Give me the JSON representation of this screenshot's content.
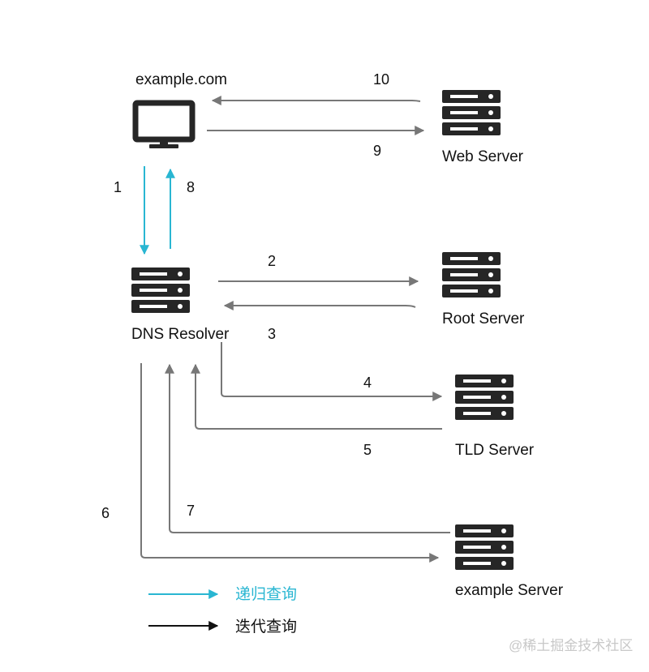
{
  "nodes": {
    "client": {
      "label": "example.com",
      "icon": "monitor-icon"
    },
    "web_server": {
      "label": "Web Server",
      "icon": "server-icon"
    },
    "dns_resolver": {
      "label": "DNS Resolver",
      "icon": "server-icon"
    },
    "root_server": {
      "label": "Root Server",
      "icon": "server-icon"
    },
    "tld_server": {
      "label": "TLD Server",
      "icon": "server-icon"
    },
    "example_server": {
      "label": "example Server",
      "icon": "server-icon"
    }
  },
  "steps": {
    "s1": "1",
    "s2": "2",
    "s3": "3",
    "s4": "4",
    "s5": "5",
    "s6": "6",
    "s7": "7",
    "s8": "8",
    "s9": "9",
    "s10": "10"
  },
  "legend": {
    "recursive": "递归查询",
    "iterative": "迭代查询"
  },
  "watermark": "@稀土掘金技术社区",
  "colors": {
    "recursive_arrow": "#29b6d2",
    "iterative_arrow": "#777777",
    "legend_iterative": "#111111",
    "server_body": "#262626",
    "monitor": "#262626"
  }
}
